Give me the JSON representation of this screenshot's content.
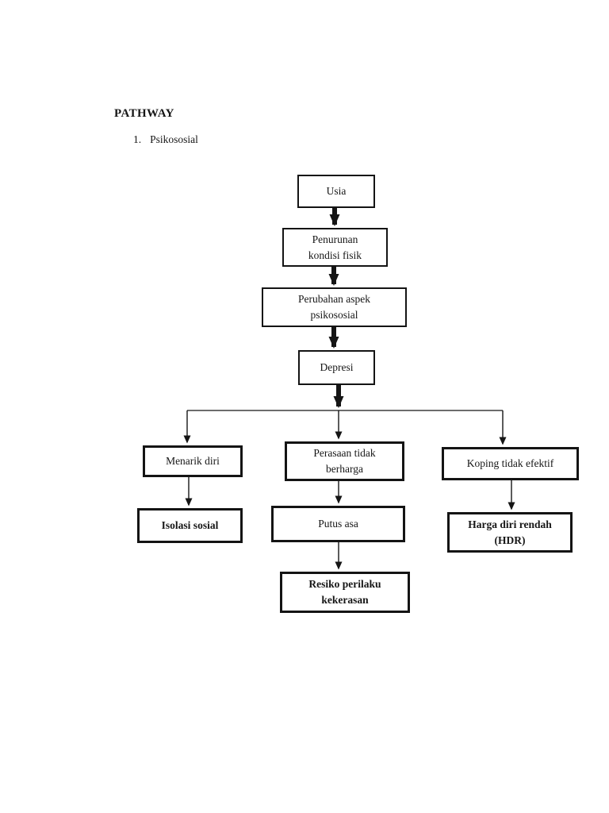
{
  "page": {
    "title": "PATHWAY",
    "list_number": "1.",
    "list_label": "Psikososial"
  },
  "colors": {
    "ink": "#151515",
    "background": "#ffffff"
  },
  "diagram": {
    "nodes": {
      "usia": {
        "label": "Usia"
      },
      "penurunan": {
        "label": "Penurunan\nkondisi fisik"
      },
      "perubahan": {
        "label": "Perubahan aspek\npsikososial"
      },
      "depresi": {
        "label": "Depresi"
      },
      "menarik": {
        "label": "Menarik diri"
      },
      "perasaan": {
        "label": "Perasaan tidak\nberharga"
      },
      "koping": {
        "label": "Koping tidak efektif"
      },
      "isolasi": {
        "label": "Isolasi sosial"
      },
      "putus": {
        "label": "Putus asa"
      },
      "harga": {
        "label": "Harga diri rendah\n(HDR)"
      },
      "resiko": {
        "label": "Resiko perilaku\nkekerasan"
      }
    },
    "edges": [
      {
        "from": "Usia",
        "to": "Penurunan kondisi fisik",
        "style": "thick-arrow"
      },
      {
        "from": "Penurunan kondisi fisik",
        "to": "Perubahan aspek psikososial",
        "style": "thick-arrow"
      },
      {
        "from": "Perubahan aspek psikososial",
        "to": "Depresi",
        "style": "thick-arrow"
      },
      {
        "from": "Depresi",
        "to": "Menarik diri",
        "style": "branch-thin-arrow"
      },
      {
        "from": "Depresi",
        "to": "Perasaan tidak berharga",
        "style": "branch-thin-arrow"
      },
      {
        "from": "Depresi",
        "to": "Koping tidak efektif",
        "style": "branch-thin-arrow"
      },
      {
        "from": "Menarik diri",
        "to": "Isolasi sosial",
        "style": "thin-arrow"
      },
      {
        "from": "Perasaan tidak berharga",
        "to": "Putus asa",
        "style": "thin-arrow"
      },
      {
        "from": "Putus asa",
        "to": "Resiko perilaku kekerasan",
        "style": "thin-arrow"
      },
      {
        "from": "Koping tidak efektif",
        "to": "Harga diri rendah (HDR)",
        "style": "thin-arrow"
      }
    ]
  }
}
